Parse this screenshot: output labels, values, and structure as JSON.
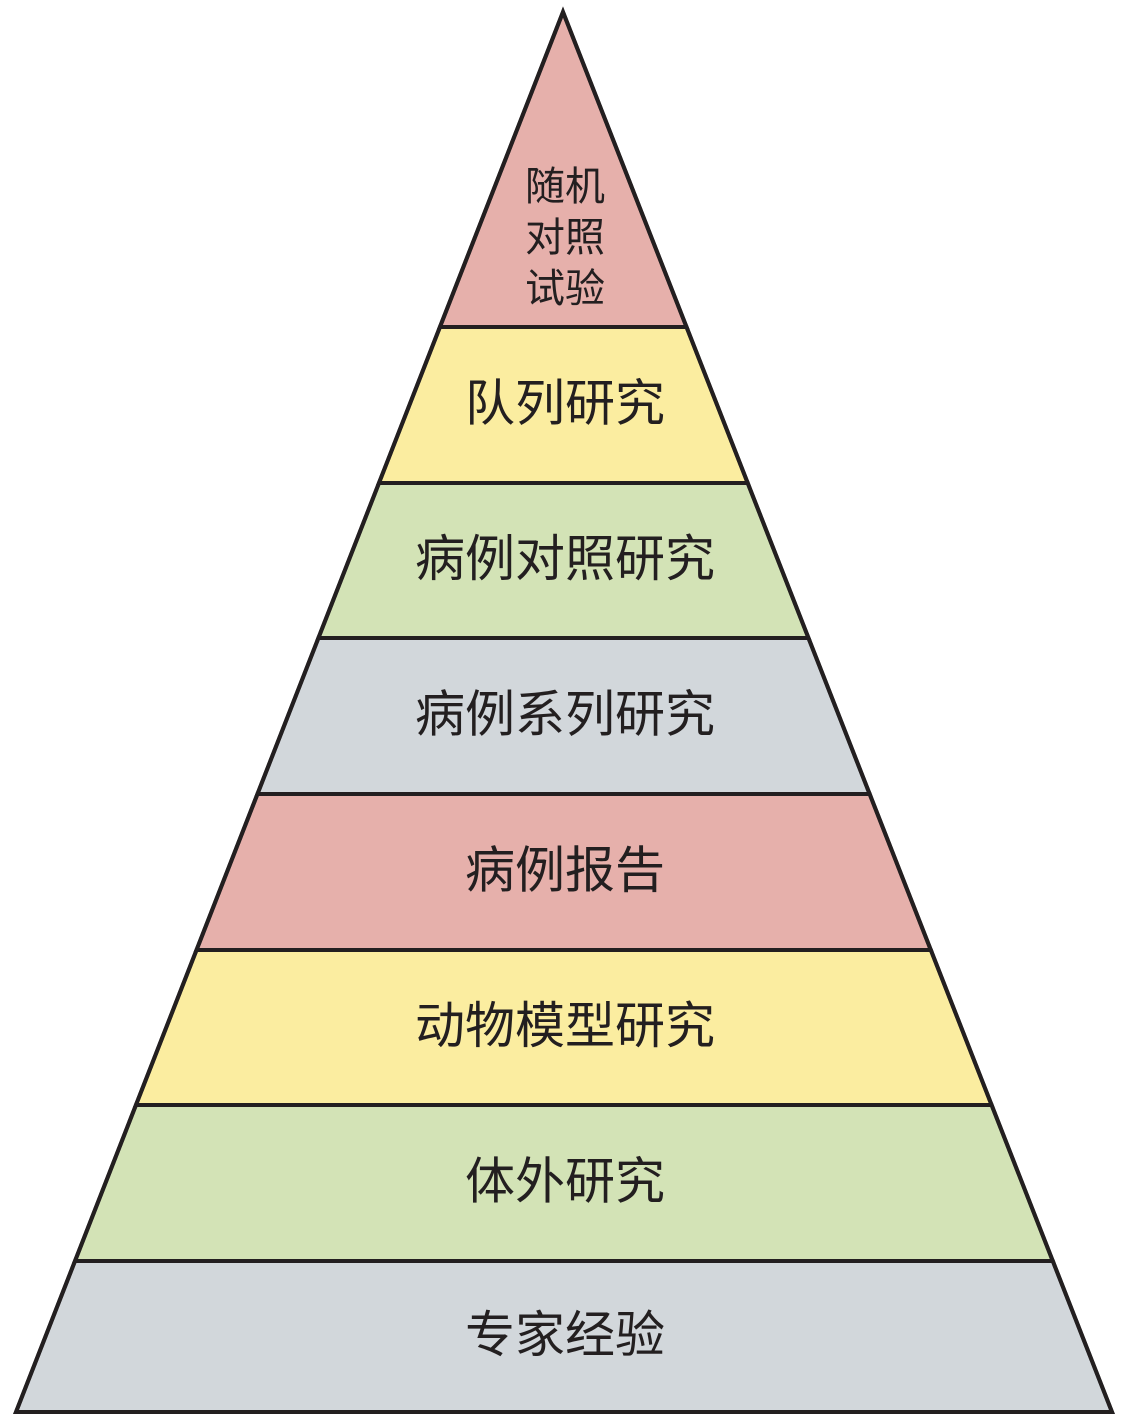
{
  "pyramid": {
    "levels": [
      {
        "lines": [
          "随机",
          "对照",
          "试验"
        ],
        "color": "#e6b0ab"
      },
      {
        "lines": [
          "队列研究"
        ],
        "color": "#fbeda0"
      },
      {
        "lines": [
          "病例对照研究"
        ],
        "color": "#d3e3b6"
      },
      {
        "lines": [
          "病例系列研究"
        ],
        "color": "#d2d7db"
      },
      {
        "lines": [
          "病例报告"
        ],
        "color": "#e6b0ab"
      },
      {
        "lines": [
          "动物模型研究"
        ],
        "color": "#fbeda0"
      },
      {
        "lines": [
          "体外研究"
        ],
        "color": "#d3e3b6"
      },
      {
        "lines": [
          "专家经验"
        ],
        "color": "#d2d7db"
      }
    ],
    "outline_color": "#231f20"
  }
}
